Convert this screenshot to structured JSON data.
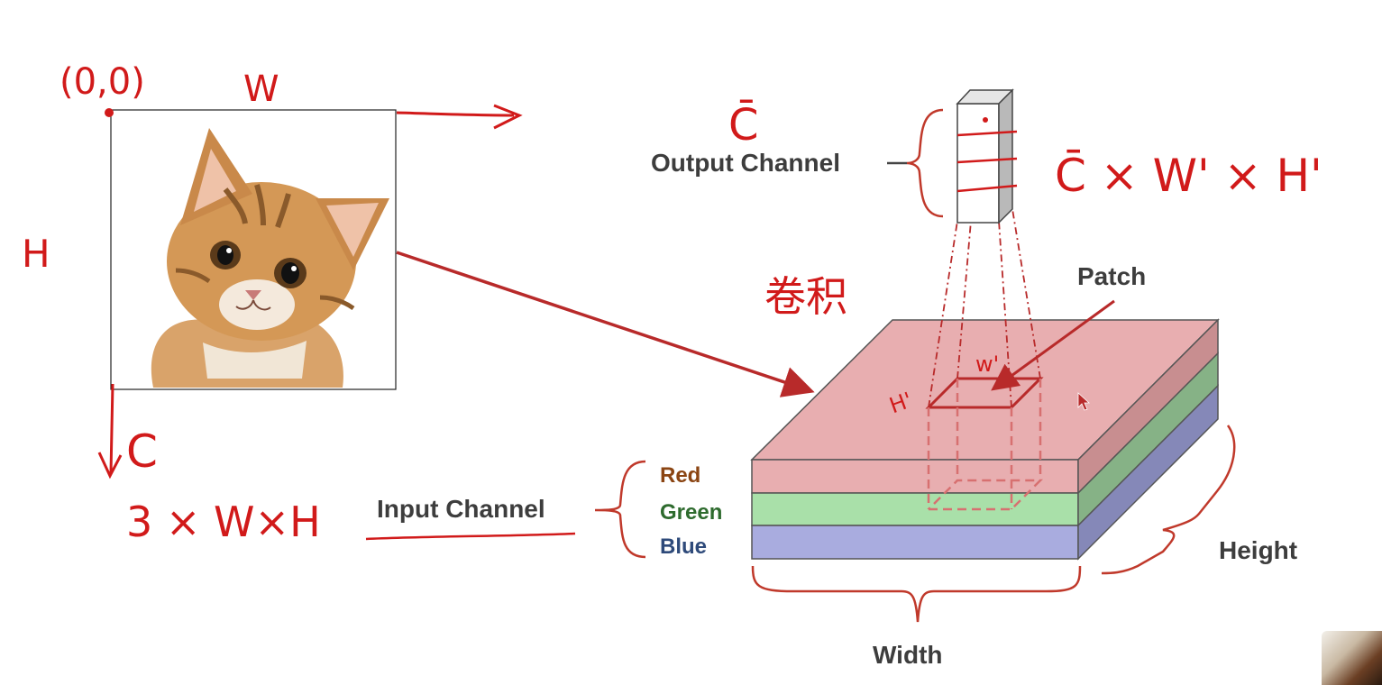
{
  "handwriting": {
    "origin": "(0,0)",
    "width_symbol": "W",
    "height_symbol": "H",
    "channel_symbol": "C",
    "input_shape": "3 × W×H",
    "output_c": "C̄",
    "output_shape": "C̄ × W' × H'",
    "conv": "卷积",
    "patch_w": "w'",
    "patch_h": "H'"
  },
  "labels": {
    "output_channel": "Output Channel",
    "input_channel": "Input Channel",
    "red": "Red",
    "green": "Green",
    "blue": "Blue",
    "patch": "Patch",
    "width": "Width",
    "height": "Height"
  },
  "colors": {
    "red_layer": "#e8aeb0",
    "green_layer": "#a9e0a9",
    "blue_layer": "#a9acdf",
    "red_text": "#8b4513",
    "green_text": "#2e6b2e",
    "blue_text": "#2e4a7a",
    "annotation": "#d11a1a"
  }
}
